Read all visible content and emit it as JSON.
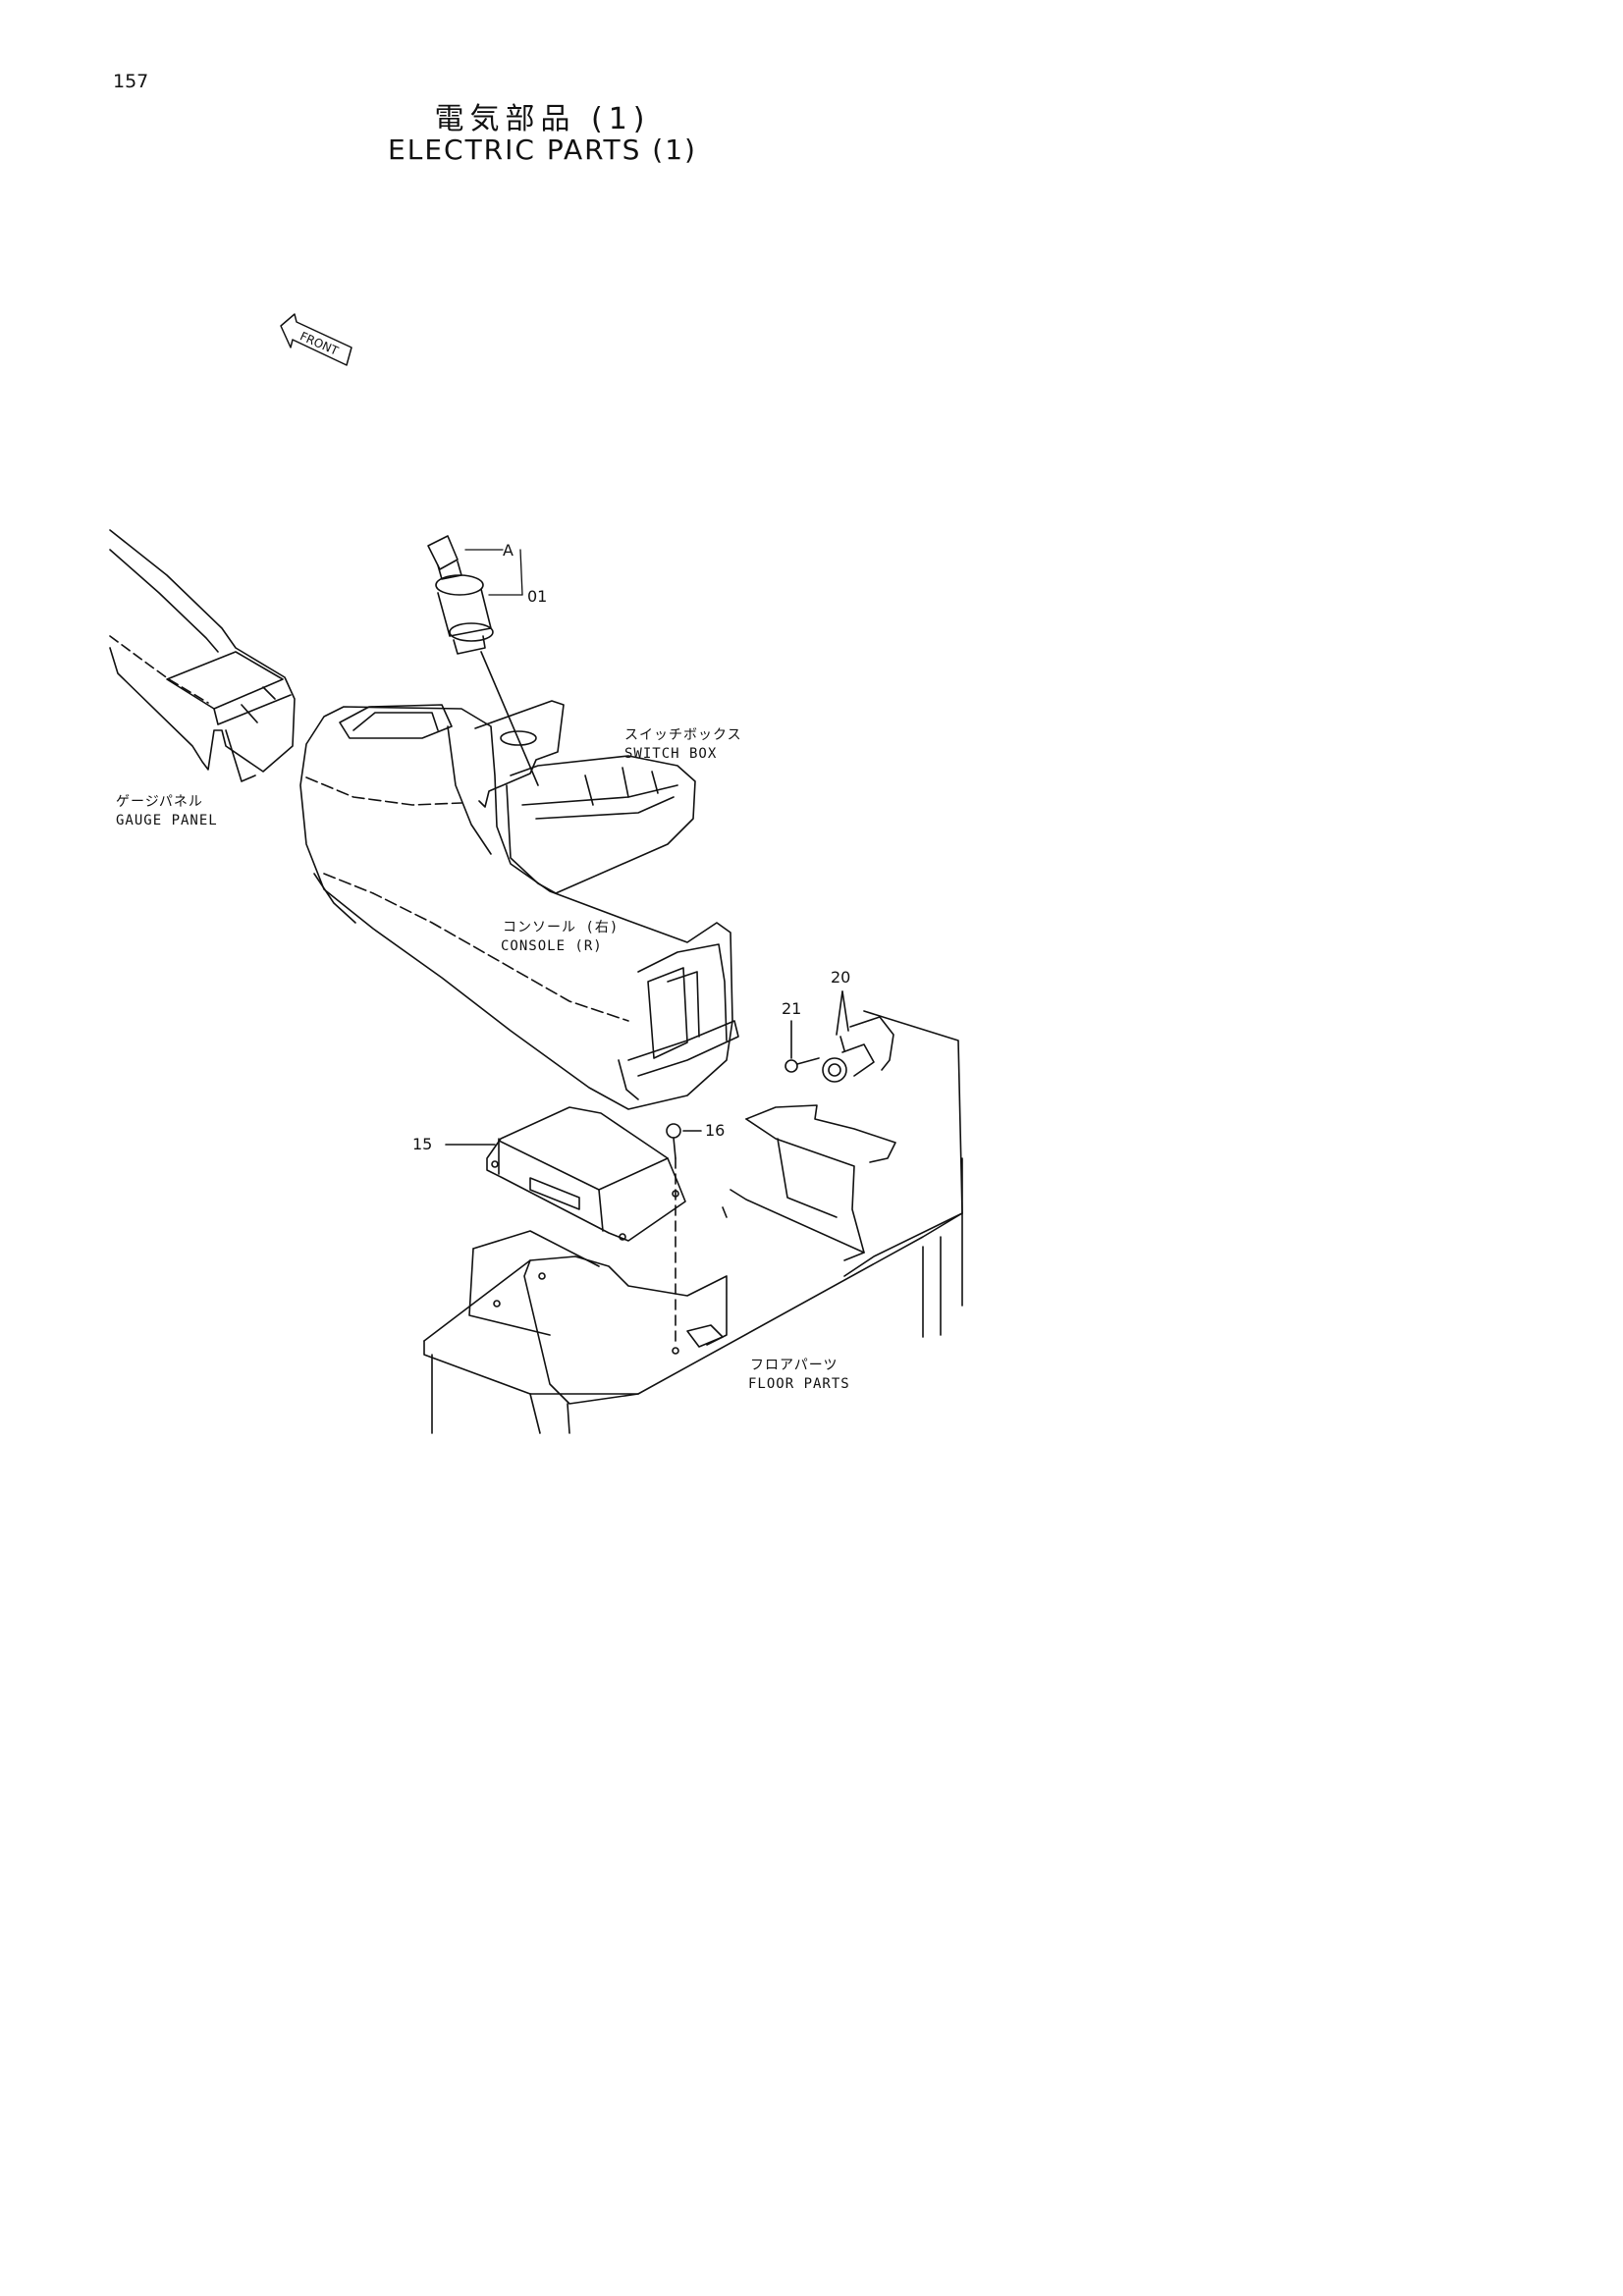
{
  "page": {
    "number": "157"
  },
  "title": {
    "jp": "電気部品 (1)",
    "en": "ELECTRIC PARTS (1)"
  },
  "front_marker": {
    "text": "FRONT"
  },
  "components": {
    "gauge_panel": {
      "jp": "ゲージパネル",
      "en": "GAUGE PANEL"
    },
    "switch_box": {
      "jp": "スイッチボックス",
      "en": "SWITCH BOX"
    },
    "console": {
      "jp": "コンソール (右)",
      "en": "CONSOLE (R)"
    },
    "floor_parts": {
      "jp": "フロアパーツ",
      "en": "FLOOR PARTS"
    }
  },
  "part_refs": {
    "a": "A",
    "p01": "01",
    "p15": "15",
    "p16": "16",
    "p20": "20",
    "p21": "21"
  },
  "colors": {
    "line": "#111111",
    "background": "#ffffff"
  }
}
